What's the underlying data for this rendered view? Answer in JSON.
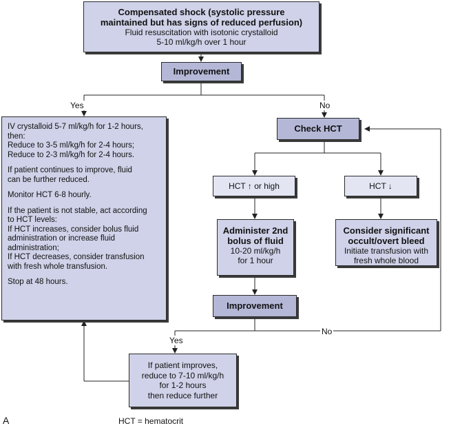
{
  "top_box": {
    "title": [
      "Compensated shock (systolic pressure",
      "maintained but has signs of reduced perfusion)"
    ],
    "lines": [
      "Fluid resuscitation with isotonic crystalloid",
      "5-10 ml/kg/h over 1 hour"
    ]
  },
  "improvement_1": "Improvement",
  "label_yes_1": "Yes",
  "label_no_1": "No",
  "left_box": {
    "paragraphs": [
      [
        "IV crystalloid 5-7 ml/kg/h for 1-2 hours,",
        "then:",
        "Reduce to 3-5 ml/kg/h for 2-4 hours;",
        "Reduce to 2-3 ml/kg/h for 2-4 hours."
      ],
      [
        "If patient continues to improve, fluid",
        "can be further reduced."
      ],
      [
        "Monitor HCT 6-8 hourly."
      ],
      [
        "If the patient is not stable, act according",
        "to HCT levels:",
        "If HCT increases, consider bolus fluid",
        "administration or increase fluid",
        "administration;",
        "If HCT decreases, consider transfusion",
        "with fresh whole transfusion."
      ],
      [
        "Stop at 48 hours."
      ]
    ]
  },
  "check_hct": "Check HCT",
  "hct_up": "HCT ↑ or high",
  "hct_down": "HCT ↓",
  "bolus_box": {
    "title": [
      "Administer 2nd",
      "bolus of fluid"
    ],
    "lines": [
      "10-20 ml/kg/h",
      "for 1 hour"
    ]
  },
  "bleed_box": {
    "title": [
      "Consider significant",
      "occult/overt bleed"
    ],
    "lines": [
      "Initiate transfusion with",
      "fresh whole blood"
    ]
  },
  "improvement_2": "Improvement",
  "label_yes_2": "Yes",
  "label_no_2": "No",
  "improves_box": {
    "lines": [
      "If patient improves,",
      "reduce to 7-10 ml/kg/h",
      "for 1-2 hours",
      "then reduce further"
    ]
  },
  "panel_letter": "A",
  "legend": "HCT = hematocrit"
}
